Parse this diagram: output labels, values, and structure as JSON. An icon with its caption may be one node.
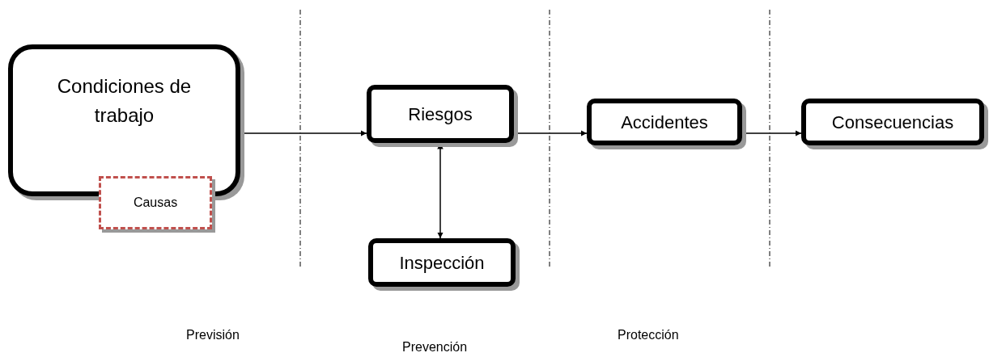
{
  "diagram": {
    "nodes": [
      {
        "text": [
          "Condiciones de trabajo"
        ]
      },
      {
        "text": [
          "Causas"
        ]
      },
      {
        "text": [
          "Riesgos"
        ]
      },
      {
        "text": [
          "Accidentes"
        ]
      },
      {
        "text": [
          "Consecuencias"
        ]
      },
      {
        "text": [
          "Inspección"
        ]
      }
    ],
    "edges": [
      {
        "from": 0,
        "to": 2,
        "arrow": "to"
      },
      {
        "from": 2,
        "to": 3,
        "arrow": "to"
      },
      {
        "from": 3,
        "to": 4,
        "arrow": "to"
      },
      {
        "from": 2,
        "to": 5,
        "arrow": "both"
      }
    ],
    "labels": [
      "Previsión",
      "Prevención",
      "Protección"
    ]
  }
}
